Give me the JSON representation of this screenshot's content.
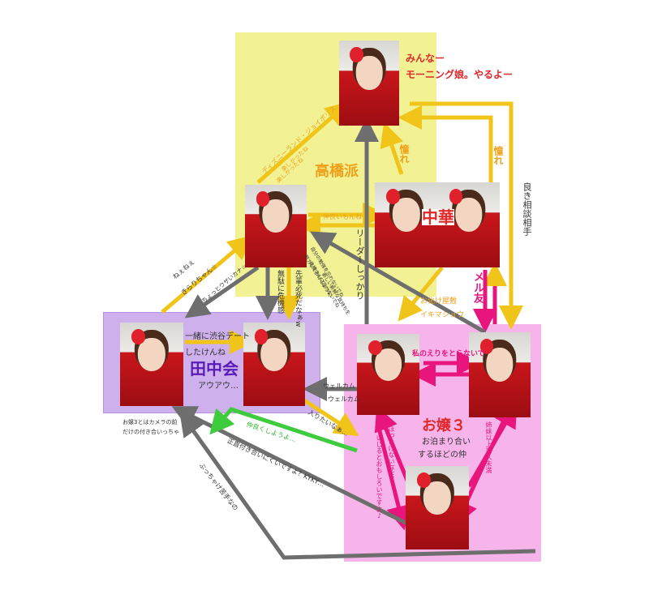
{
  "groups": {
    "takahashi": "高橋派",
    "chuka": "中華",
    "tanaka": "田中会",
    "ojou": "お嬢３"
  },
  "quotes": {
    "top_line1": "みんなー",
    "top_line2": "モーニング娘。やるよー",
    "ojou_line1": "お泊まり合い",
    "ojou_line2": "するほどの仲",
    "tanaka_line1": "一緒に渋谷デート",
    "tanaka_line2": "したけんね",
    "tanaka_line3": "アウアウ…",
    "bottom_left_1": "お嬢3とはカメラの前",
    "bottom_left_2": "だけの付き合いっちゃ"
  },
  "labels": {
    "akogare1": "憧れ",
    "akogare2": "憧れ",
    "yoki": "良き相談相手",
    "meru": "メル友",
    "obake1": "お化け屋敷",
    "obake2": "イキマショウ",
    "nakayoi": "仲良いもんね",
    "leader": "リーダーしっかり",
    "disney": "ディズニーランド・ジョイポリス",
    "tanoshi": "楽しかったね",
    "tanoshi2": "楽しかったね",
    "muda": "無駄に危機感",
    "senpai": "先輩必死だなぁw",
    "nenene": "ねぇねぇ",
    "kirari": "きらりちゃん☆",
    "chotto": "ちょっとウザいカナ☆",
    "welcome1": "ウェルカム",
    "welcome2": "ウェルカム",
    "watashi": "私のえりをとらないで",
    "hottoke": "ほっとけない存在",
    "ijiru": "いじるとおもしろいですよ♪",
    "shimai": "姉妹以上恋人未満",
    "nakayoku": "仲良くしようよ…",
    "iritai": "入りたいなぁ…",
    "shojiki": "正直付き合いにくいですよ？KYKY…",
    "butchake": "ぶっちゃけ苦手なの",
    "mid1": "自分の勉強を忘れないでね",
    "mid2": "努力して歩けるように",
    "mid3": "高橋さんに言わないでね",
    "mid4": "新しい新鮮な気持ちを"
  },
  "colors": {
    "yellow_panel": "#f2f294",
    "purple_panel": "#cdb0ec",
    "pink_panel": "#f6b4ea",
    "arrow_yellow": "#f0c419",
    "arrow_pink": "#e8157c",
    "arrow_gray": "#6e6e6e",
    "arrow_green": "#3ecb3e"
  }
}
